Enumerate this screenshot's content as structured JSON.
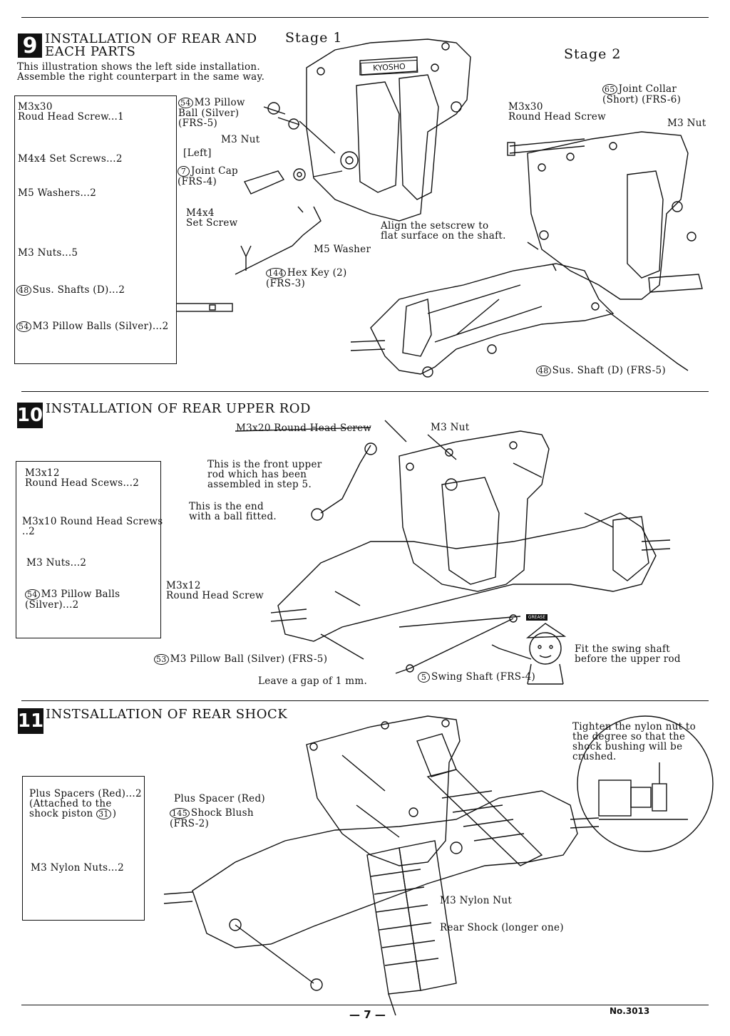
{
  "section9": {
    "number": "9",
    "title": "INSTALLATION OF REAR AND\nEACH PARTS",
    "intro": "This illustration shows the left side installation.\nAssemble the right counterpart in the same way.",
    "stage1": "Stage 1",
    "stage2": "Stage 2",
    "brand": "KYOSHO",
    "parts": {
      "p1": "M3x30\nRoud Head Screw...1",
      "p2": "M4x4 Set Screws...2",
      "p3": "M5 Washers...2",
      "p4": "M3 Nuts...5",
      "p5_num": "48",
      "p5": "Sus. Shafts (D)...2",
      "p6_num": "54",
      "p6": "M3 Pillow Balls (Silver)...2"
    },
    "callouts": {
      "pillow_num": "54",
      "pillow": "M3 Pillow\nBall (Silver)\n(FRS-5)",
      "m3nut": "M3 Nut",
      "left": "[Left]",
      "jointcap_num": "7",
      "jointcap": "Joint Cap\n(FRS-4)",
      "setscrew": "M4x4\nSet Screw",
      "align": "Align the setscrew to\nflat surface on the shaft.",
      "washer": "M5 Washer",
      "hexkey_num": "144",
      "hexkey": "Hex Key (2)\n(FRS-3)",
      "collar_num": "65",
      "collar": "Joint Collar\n(Short) (FRS-6)",
      "m3x30": "M3x30\nRound Head Screw",
      "m3nut2": "M3 Nut",
      "susshaft_num": "48",
      "susshaft": "Sus. Shaft (D) (FRS-5)"
    }
  },
  "section10": {
    "number": "10",
    "title": "INSTALLATION OF REAR UPPER ROD",
    "parts": {
      "p1": "M3x12\nRound Head Scews...2",
      "p2": "M3x10 Round Head Screws\n..2",
      "p3": "M3 Nuts...2",
      "p4_num": "54",
      "p4": "M3 Pillow Balls\n(Silver)...2"
    },
    "callouts": {
      "m3x20": "M3x20 Round Head Screw",
      "m3nut": "M3 Nut",
      "frontrod": "This is the front upper\nrod which has been\nassembled in step 5.",
      "ballend": "This is the end\nwith a ball fitted.",
      "m3x12": "M3x12\nRound Head Screw",
      "pillow_num": "53",
      "pillow": "M3 Pillow Ball (Silver) (FRS-5)",
      "gap": "Leave a gap of 1 mm.",
      "swing_num": "5",
      "swing": "Swing Shaft (FRS-4)",
      "fit": "Fit the swing shaft\nbefore the upper rod",
      "grease": "GREASE"
    }
  },
  "section11": {
    "number": "11",
    "title": "INSTSALLATION OF REAR SHOCK",
    "parts": {
      "p1": "Plus Spacers (Red)...2\n(Attached to the\nshock piston",
      "p1_num": "31",
      "p2": "M3 Nylon Nuts...2"
    },
    "callouts": {
      "spacer": "Plus Spacer (Red)",
      "blush_num": "145",
      "blush": "Shock Blush\n(FRS-2)",
      "tighten": "Tighten the nylon nut to\nthe degree so that the\nshock bushing will be\ncrushed.",
      "nylonnut": "M3 Nylon Nut",
      "shock": "Rear Shock (longer one)"
    }
  },
  "footer": {
    "page": "— 7 —",
    "doc_no": "No.3013"
  }
}
